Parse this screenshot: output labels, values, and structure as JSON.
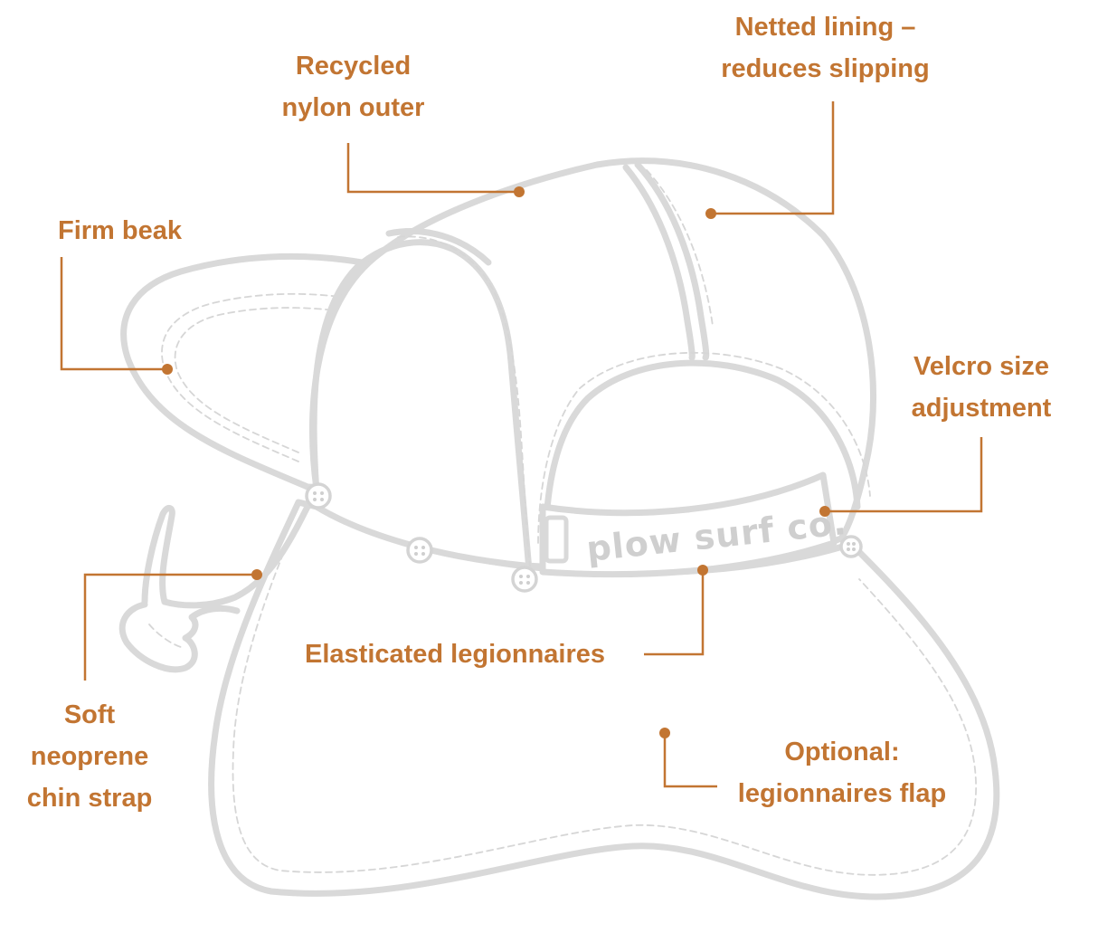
{
  "brand_text": "plow surf co.",
  "colors": {
    "accent": "#c27532",
    "outline": "#d9d9d9"
  },
  "callouts": {
    "recycled_outer": {
      "line1": "Recycled",
      "line2": "nylon outer"
    },
    "netted_lining": {
      "line1": "Netted lining –",
      "line2": "reduces slipping"
    },
    "firm_beak": {
      "line1": "Firm beak"
    },
    "velcro": {
      "line1": "Velcro size",
      "line2": "adjustment"
    },
    "elasticated": {
      "line1": "Elasticated legionnaires"
    },
    "chin_strap": {
      "line1": "Soft",
      "line2": "neoprene",
      "line3": "chin strap"
    },
    "flap": {
      "line1": "Optional:",
      "line2": "legionnaires flap"
    }
  }
}
